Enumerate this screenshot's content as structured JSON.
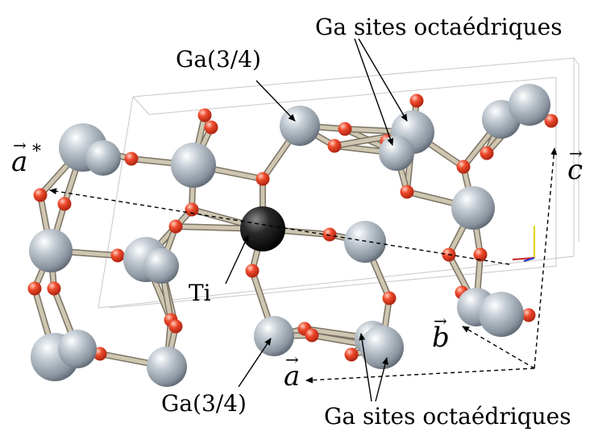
{
  "labels": {
    "ga_sites_top": "Ga sites octaédriques",
    "ga_sites_bottom": "Ga sites octaédriques",
    "ga34_top": "Ga(3/4)",
    "ga34_bottom": "Ga(3/4)",
    "ti": "Ti"
  },
  "vectors": {
    "a_star": {
      "name": "a",
      "arrow": "→",
      "sup": "*"
    },
    "c": {
      "name": "c",
      "arrow": "→"
    },
    "b": {
      "name": "b",
      "arrow": "→"
    },
    "a": {
      "name": "a",
      "arrow": "→"
    }
  },
  "colors": {
    "ga_atom": "#a9b3bd",
    "ga_atom_dark": "#5d6670",
    "ti_atom": "#1c1c1c",
    "o_atom": "#e8432a",
    "bond": "#cfc6b2",
    "bond_dark": "#7b7263",
    "cell_edge": "#c8c8c8",
    "axis_x": "#cc2222",
    "axis_y": "#e6d100",
    "axis_z": "#2233cc"
  }
}
